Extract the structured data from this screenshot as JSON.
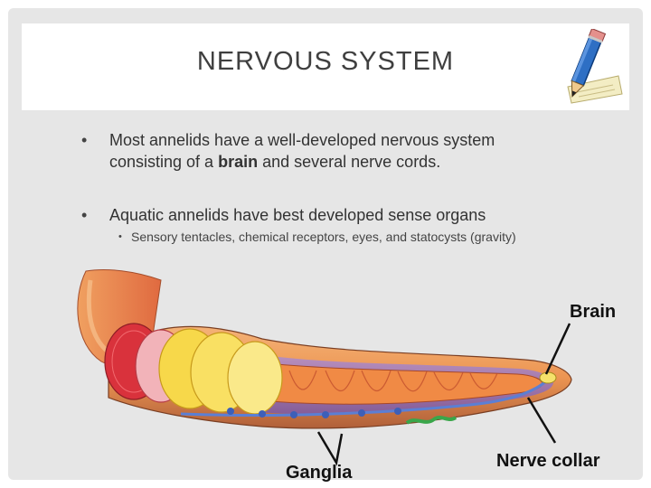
{
  "slide": {
    "title": "NERVOUS SYSTEM",
    "bullets": [
      {
        "line1": "Most annelids have a well-developed nervous system",
        "line2a": "consisting of a ",
        "line2b": "brain",
        "line2c": " and several nerve cords."
      },
      {
        "text": "Aquatic annelids have best developed sense organs"
      }
    ],
    "sub_bullet": "Sensory tentacles, chemical receptors, eyes, and statocysts (gravity)",
    "bullet_symbol": "•"
  },
  "figure": {
    "labels": {
      "brain": "Brain",
      "ganglia": "Ganglia",
      "nerve_collar": "Nerve collar"
    }
  },
  "colors": {
    "frame": "#e6e6e6",
    "title_text": "#3f3f3f",
    "body_text": "#333333"
  }
}
